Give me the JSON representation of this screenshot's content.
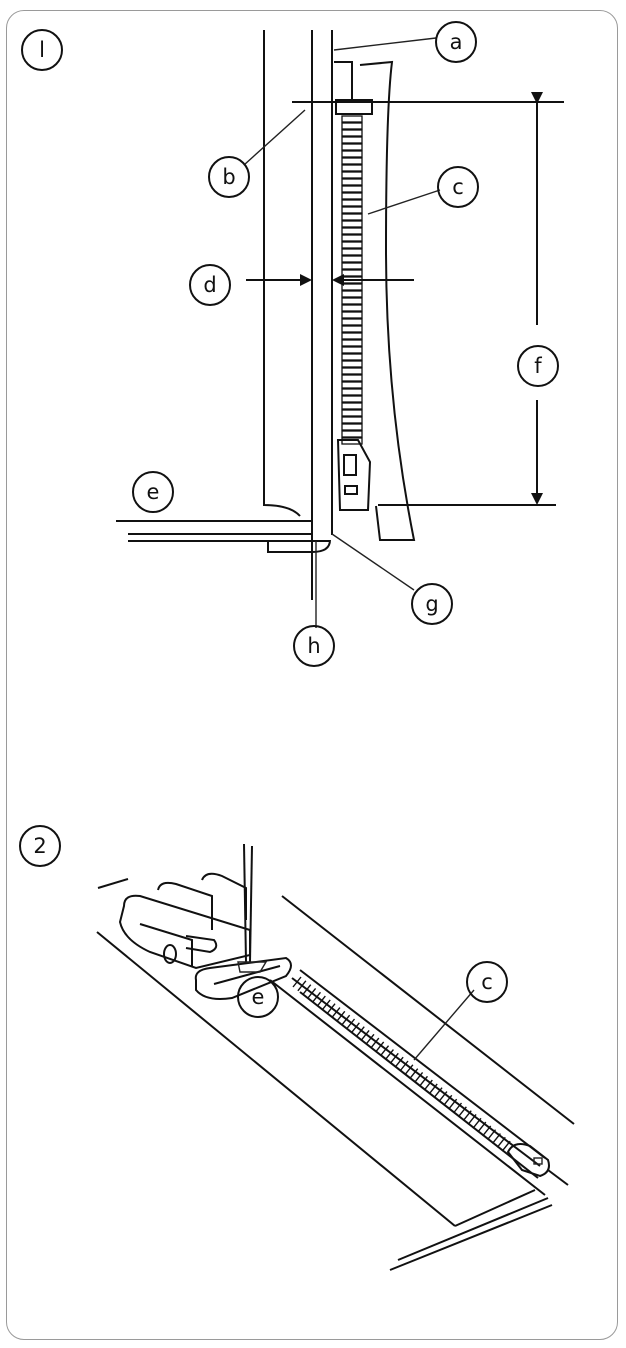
{
  "steps": {
    "step1": "l",
    "step2": "2"
  },
  "labels": {
    "a": "a",
    "b": "b",
    "c": "c",
    "d": "d",
    "e": "e",
    "f": "f",
    "g": "g",
    "h": "h"
  },
  "colors": {
    "line": "#111111",
    "frame": "#9a9a9a",
    "background": "#ffffff"
  }
}
